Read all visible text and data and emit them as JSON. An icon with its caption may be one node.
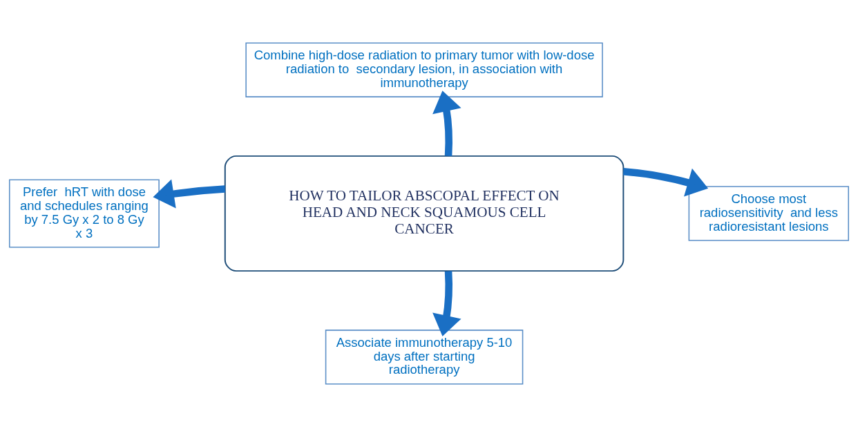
{
  "diagram": {
    "nodes": [
      {
        "text": [
          "HOW TO TAILOR ABSCOPAL EFFECT ON HEAD AND NECK SQUAMOUS CELL CANCER"
        ]
      },
      {
        "text": [
          "Combine high-dose radiation to primary tumor with low-dose radiation to  secondary lesion, in association with immunotherapy"
        ]
      },
      {
        "text": [
          "Prefer  hRT with dose and schedules ranging by 7.5 Gy x 2 to 8 Gy x 3"
        ]
      },
      {
        "text": [
          "Choose most radiosensitivity  and less radioresistant lesions"
        ]
      },
      {
        "text": [
          "Associate immunotherapy 5-10 days after starting radiotherapy"
        ]
      }
    ],
    "edges": [
      {
        "from": 0,
        "to": 1,
        "arrow": "to"
      },
      {
        "from": 0,
        "to": 2,
        "arrow": "to"
      },
      {
        "from": 0,
        "to": 3,
        "arrow": "to"
      },
      {
        "from": 0,
        "to": 4,
        "arrow": "to"
      }
    ]
  }
}
